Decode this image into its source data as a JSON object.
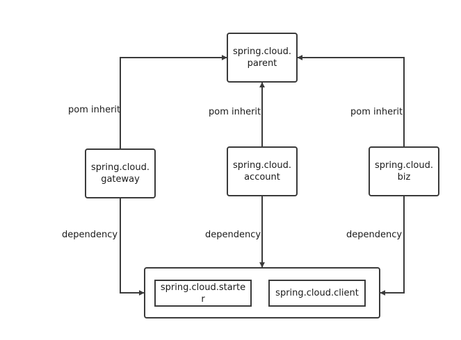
{
  "nodes": {
    "parent": "spring.cloud.\nparent",
    "gateway": "spring.cloud.\ngateway",
    "account": "spring.cloud.\naccount",
    "biz": "spring.cloud.\nbiz",
    "starter": "spring.cloud.starte\nr",
    "client": "spring.cloud.client"
  },
  "edge_labels": {
    "gateway_inherit": "pom inherit",
    "account_inherit": "pom inherit",
    "biz_inherit": "pom inherit",
    "gateway_dependency": "dependency",
    "account_dependency": "dependency",
    "biz_dependency": "dependency"
  },
  "colors": {
    "stroke": "#3a3a3a",
    "text": "#1a1a1a",
    "background": "#ffffff"
  }
}
